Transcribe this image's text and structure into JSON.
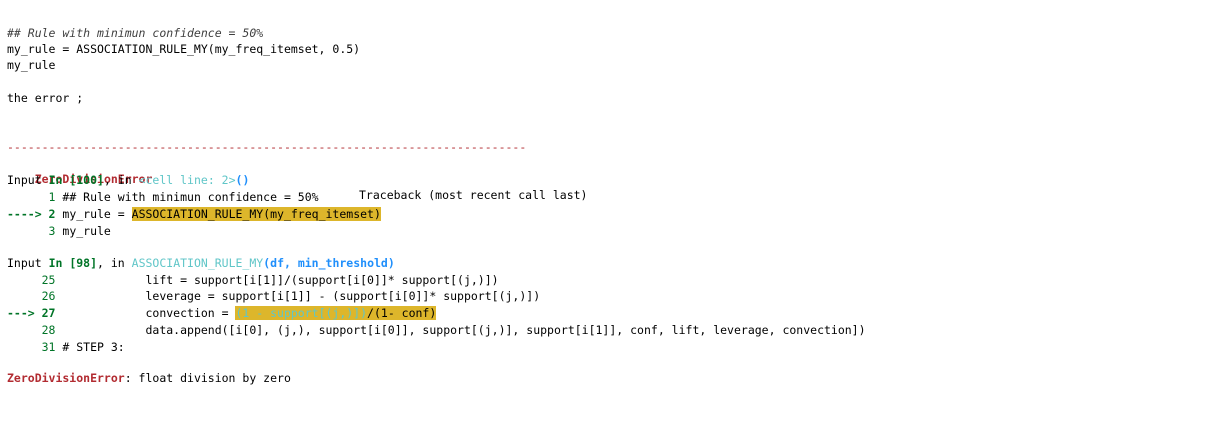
{
  "question": {
    "line1": "## Rule with minimun confidence = 50%",
    "line2": "my_rule = ASSOCIATION_RULE_MY(my_freq_itemset, 0.5)",
    "line3": "my_rule",
    "line4": "the error ;"
  },
  "traceback": {
    "separator": "---------------------------------------------------------------------------",
    "error_name": "ZeroDivisionError",
    "header_right": "Traceback (most recent call last)",
    "frame1": {
      "input_label": "Input",
      "in_label": "In [100]",
      "comma_in": ", in ",
      "location": "<cell line: 2>",
      "parens": "()",
      "lines": [
        {
          "gutter": "      1",
          "code": " ## Rule with minimun confidence = 50%"
        },
        {
          "gutter": "----> 2",
          "code_pre": " my_rule = ",
          "code_hl": "ASSOCIATION_RULE_MY(my_freq_itemset)"
        },
        {
          "gutter": "      3",
          "code": " my_rule"
        }
      ]
    },
    "frame2": {
      "input_label": "Input",
      "in_label": "In [98]",
      "comma_in": ", in ",
      "func": "ASSOCIATION_RULE_MY",
      "args": "(df, min_threshold)",
      "lines": [
        {
          "gutter": "     25",
          "code": "             lift = support[i[1]]/(support[i[0]]* support[(j,)])"
        },
        {
          "gutter": "     26",
          "code": "             leverage = support[i[1]] - (support[i[0]]* support[(j,)])"
        },
        {
          "gutter": "---> 27",
          "code_pre": "             convection = ",
          "code_hl_a": "(1 - support[(j,)])",
          "code_hl_b": "/(1- conf)"
        },
        {
          "gutter": "     28",
          "code": "             data.append([i[0], (j,), support[i[0]], support[(j,)], support[i[1]], conf, lift, leverage, convection])"
        },
        {
          "gutter": "     31",
          "code": " # STEP 3:"
        }
      ]
    },
    "final_error_name": "ZeroDivisionError",
    "final_message": ": float division by zero"
  }
}
